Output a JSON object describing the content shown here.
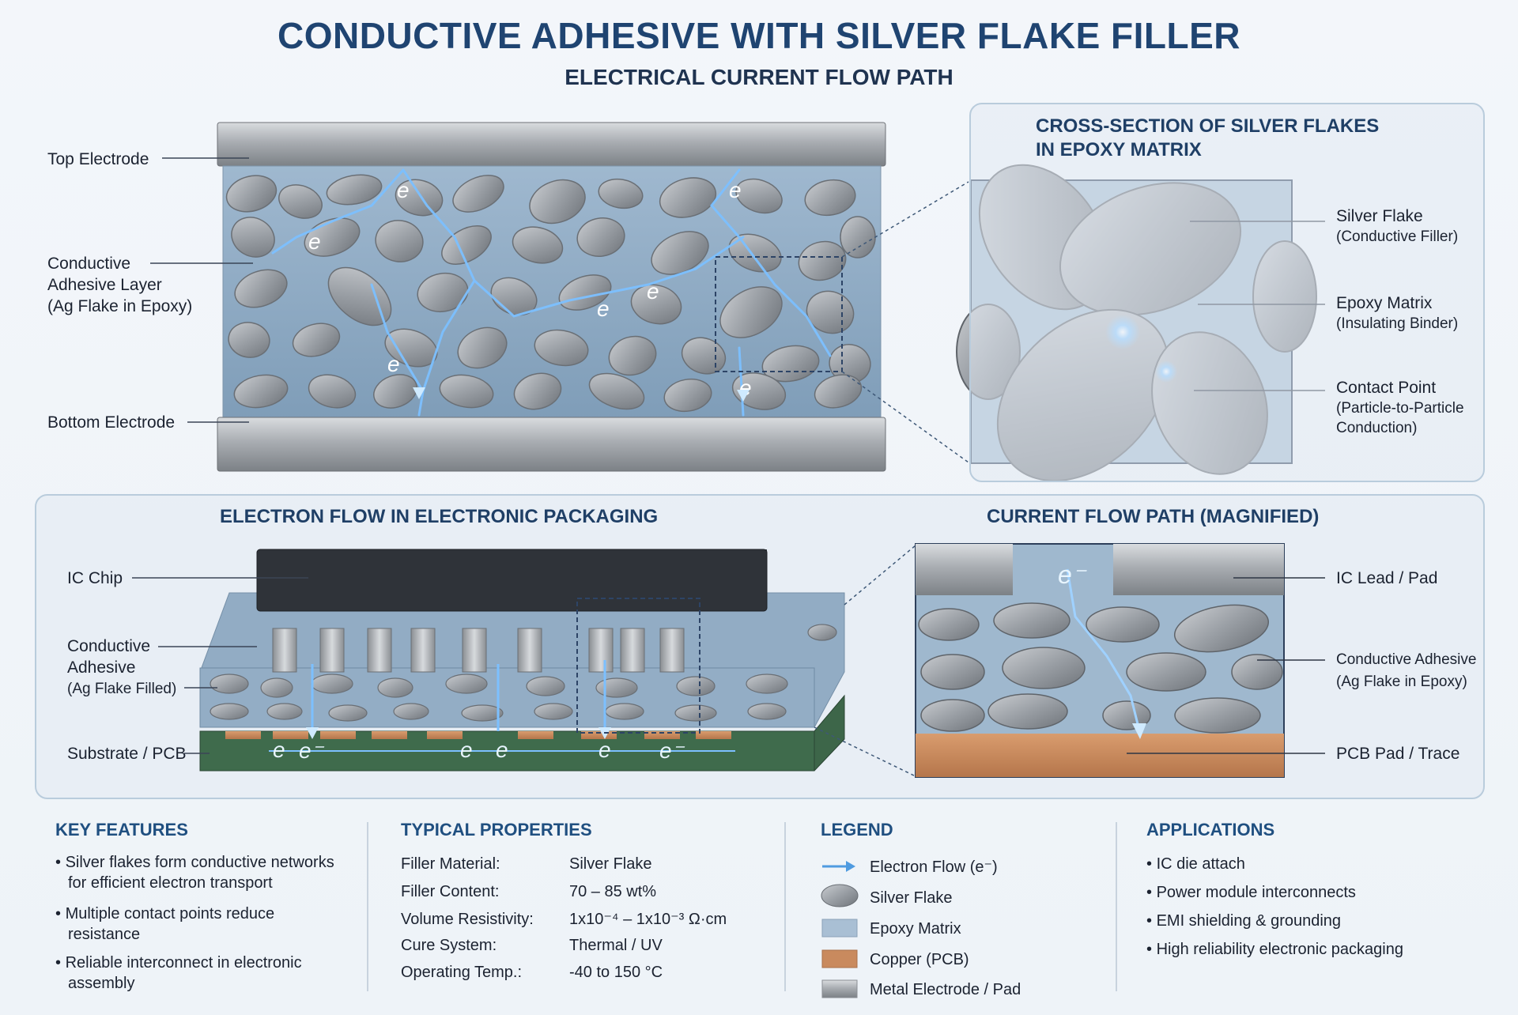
{
  "header": {
    "title": "CONDUCTIVE ADHESIVE WITH SILVER FLAKE FILLER",
    "subtitle": "ELECTRICAL CURRENT FLOW PATH"
  },
  "top_diagram": {
    "labels": {
      "top_electrode": "Top Electrode",
      "adhesive_l1": "Conductive",
      "adhesive_l2": "Adhesive Layer",
      "adhesive_l3": "(Ag Flake in Epoxy)",
      "bottom_electrode": "Bottom Electrode"
    },
    "electron_symbol": "e"
  },
  "cross_section": {
    "title_l1": "CROSS-SECTION OF SILVER FLAKES",
    "title_l2": "IN EPOXY MATRIX",
    "labels": [
      {
        "name": "Silver Flake",
        "desc": "(Conductive Filler)"
      },
      {
        "name": "Epoxy Matrix",
        "desc": "(Insulating Binder)"
      },
      {
        "name": "Contact Point",
        "desc": "(Particle-to-Particle",
        "desc2": "Conduction)"
      }
    ]
  },
  "packaging": {
    "title": "ELECTRON FLOW IN ELECTRONIC PACKAGING",
    "labels": {
      "ic_chip": "IC Chip",
      "adhesive_l1": "Conductive",
      "adhesive_l2": "Adhesive",
      "adhesive_l3": "(Ag Flake Filled)",
      "substrate": "Substrate / PCB"
    },
    "bottom_electrons": [
      "e",
      "e⁻",
      "e",
      "e",
      "e",
      "e⁻"
    ]
  },
  "magnified": {
    "title": "CURRENT FLOW PATH (MAGNIFIED)",
    "labels": {
      "ic_lead": "IC Lead / Pad",
      "adhesive_l1": "Conductive Adhesive",
      "adhesive_l2": "(Ag Flake in Epoxy)",
      "pcb_pad": "PCB Pad / Trace"
    },
    "electron": "e⁻"
  },
  "key_features": {
    "heading": "KEY FEATURES",
    "items": [
      {
        "l1": "Silver flakes form conductive networks",
        "l2": "for efficient electron transport"
      },
      {
        "l1": "Multiple contact points reduce",
        "l2": "resistance"
      },
      {
        "l1": "Reliable interconnect in electronic",
        "l2": "assembly"
      }
    ]
  },
  "typical_properties": {
    "heading": "TYPICAL PROPERTIES",
    "rows": [
      {
        "key": "Filler Material:",
        "value": "Silver Flake"
      },
      {
        "key": "Filler Content:",
        "value": "70 – 85 wt%"
      },
      {
        "key": "Volume Resistivity:",
        "value": "1x10⁻⁴ – 1x10⁻³ Ω·cm"
      },
      {
        "key": "Cure System:",
        "value": "Thermal / UV"
      },
      {
        "key": "Operating Temp.:",
        "value": "-40 to 150 °C"
      }
    ]
  },
  "legend": {
    "heading": "LEGEND",
    "items": [
      {
        "label": "Electron Flow (e⁻)",
        "icon": "arrow-icon",
        "color": "#4f9be0"
      },
      {
        "label": "Silver Flake",
        "icon": "flake-icon",
        "color": "#9aa0a6"
      },
      {
        "label": "Epoxy Matrix",
        "icon": "epoxy-swatch",
        "color": "#a9bfd4"
      },
      {
        "label": "Copper (PCB)",
        "icon": "copper-swatch",
        "color": "#c98a5e"
      },
      {
        "label": "Metal Electrode / Pad",
        "icon": "metal-swatch",
        "color": "#b8bcc0"
      }
    ]
  },
  "applications": {
    "heading": "APPLICATIONS",
    "items": [
      "IC die attach",
      "Power module interconnects",
      "EMI shielding & grounding",
      "High reliability electronic packaging"
    ]
  },
  "colors": {
    "title": "#1f4471",
    "epoxy": "#8fabc4",
    "silver": "#9ea4aa",
    "electron": "#5fb0ff",
    "pcb_green": "#3f6a4b",
    "copper": "#c98a5e",
    "chip": "#2f3339"
  }
}
